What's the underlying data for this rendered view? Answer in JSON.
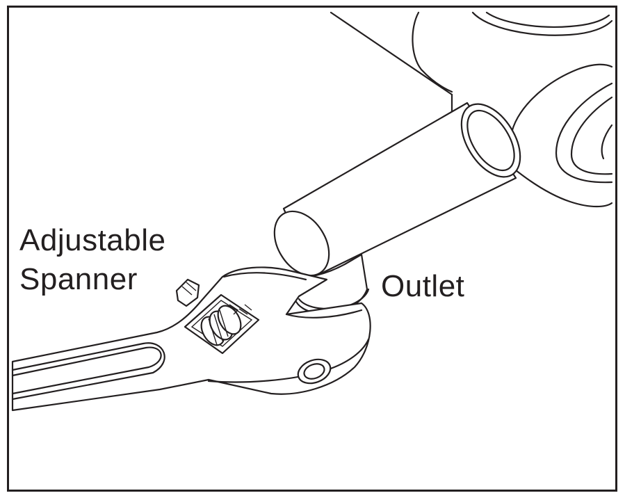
{
  "labels": {
    "spanner": [
      "Adjustable",
      "Spanner"
    ],
    "outlet": "Outlet"
  },
  "colors": {
    "line": "#231f20",
    "background": "#ffffff"
  }
}
